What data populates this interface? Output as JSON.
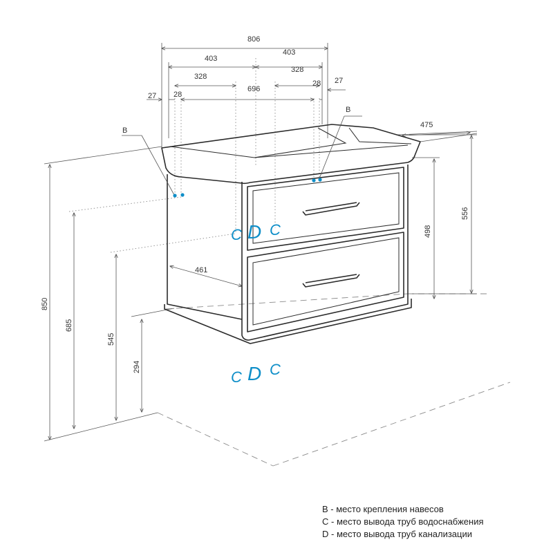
{
  "dimensions": {
    "total_width": "806",
    "half_width_left": "403",
    "half_width_right": "403",
    "offset_left": "328",
    "offset_right": "328",
    "mount_spacing": "696",
    "edge_left": "27",
    "inset_left": "28",
    "inset_right": "28",
    "edge_right": "27",
    "depth": "475",
    "cabinet_height": "556",
    "drawer_height": "498",
    "mount_depth": "461",
    "total_height": "850",
    "mount_height": "685",
    "water_height": "545",
    "drain_height": "294"
  },
  "point_labels": {
    "mount_left": "B",
    "mount_right": "B",
    "water_left": "C",
    "drain": "D",
    "water_right": "C"
  },
  "colors": {
    "accent": "#0e8ec8",
    "outline": "#2b2b2b",
    "dim": "#555555"
  },
  "legend": [
    "B - место крепления навесов",
    "C - место вывода труб водоснабжения",
    "D - место вывода труб канализации"
  ]
}
